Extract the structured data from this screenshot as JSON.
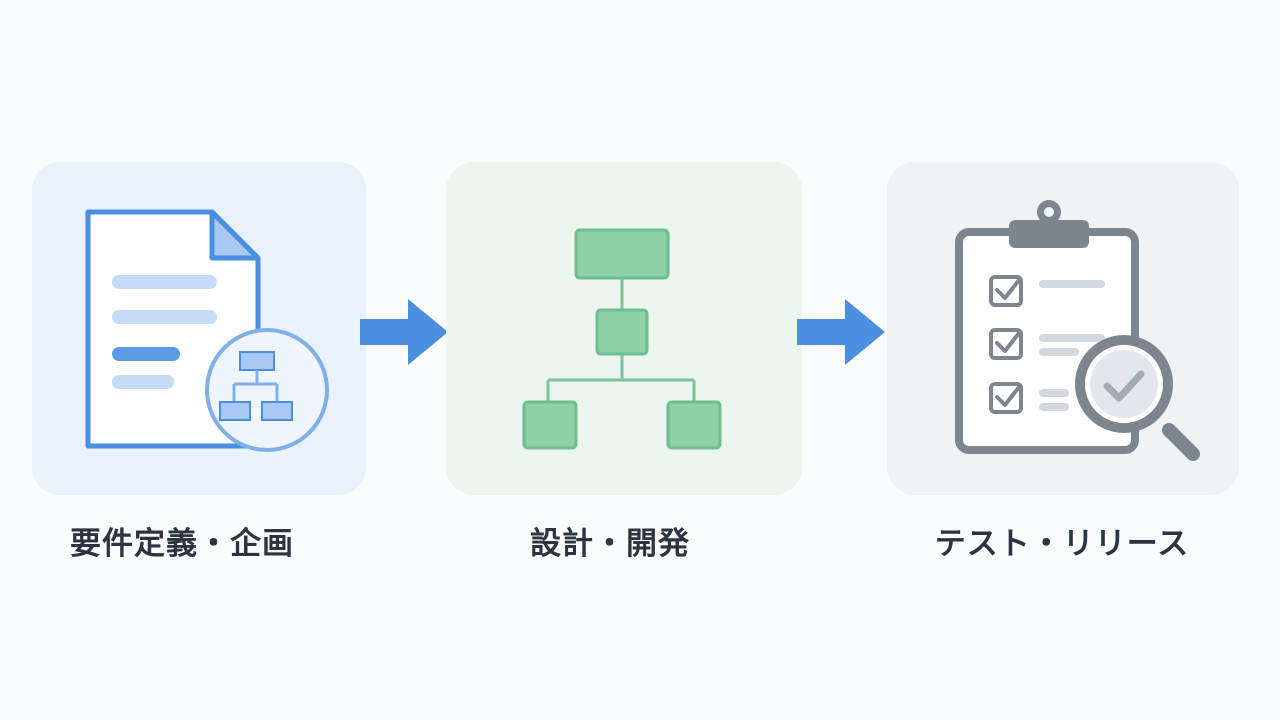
{
  "steps": [
    {
      "label": "要件定義・企画",
      "icon": "requirements-document-icon",
      "color": "#4a8fe0"
    },
    {
      "label": "設計・開発",
      "icon": "structure-tree-icon",
      "color": "#7cc49a"
    },
    {
      "label": "テスト・リリース",
      "icon": "test-clipboard-icon",
      "color": "#7d858f"
    }
  ],
  "connector": {
    "icon": "right-arrow-icon",
    "color": "#4a8fe0"
  }
}
